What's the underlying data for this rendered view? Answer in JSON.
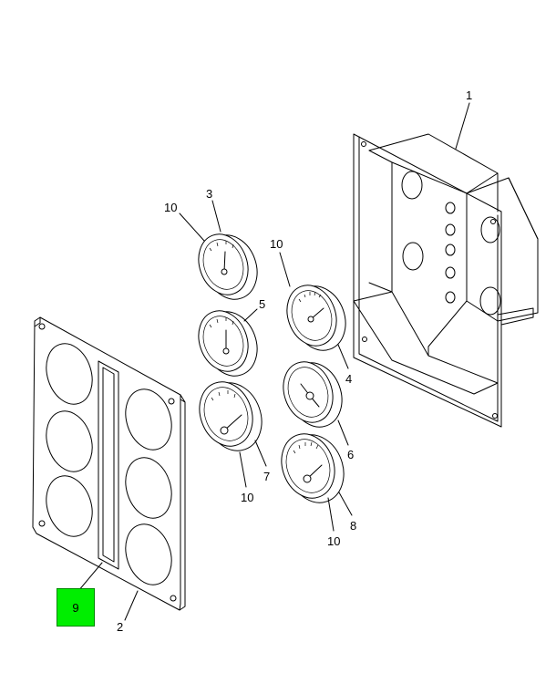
{
  "callouts": {
    "c1": "1",
    "c2": "2",
    "c3": "3",
    "c4": "4",
    "c5": "5",
    "c6": "6",
    "c7": "7",
    "c8": "8",
    "c9": "9",
    "c10a": "10",
    "c10b": "10",
    "c10c": "10",
    "c10d": "10"
  },
  "colors": {
    "highlight": "#00ee00",
    "line": "#000000",
    "background": "#ffffff"
  }
}
